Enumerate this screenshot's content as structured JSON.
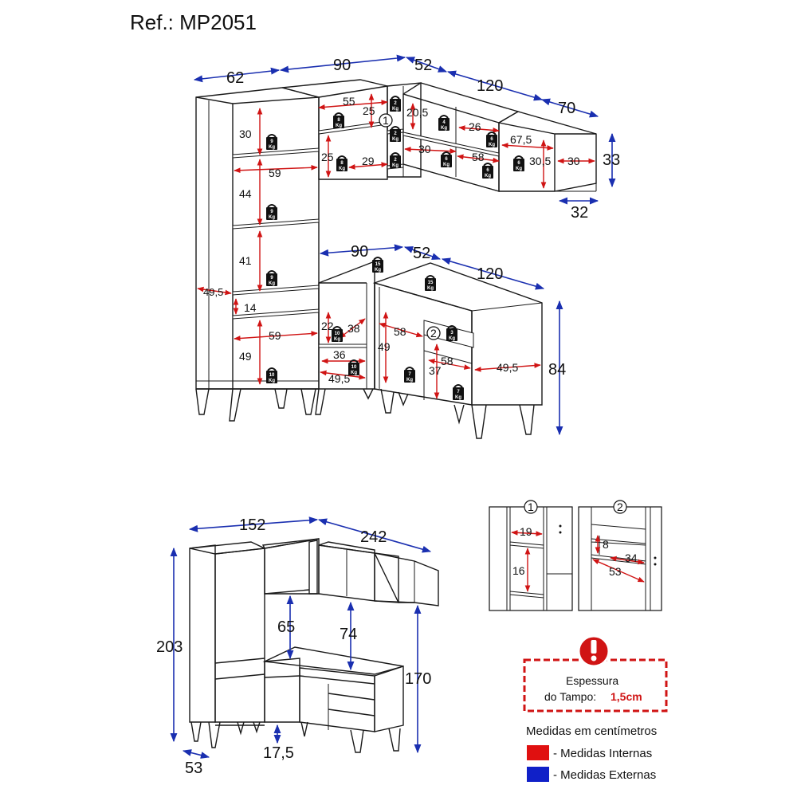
{
  "reference": "Ref.: MP2051",
  "exploded_view": {
    "external_dims": {
      "d62": "62",
      "d90_top": "90",
      "d52_top": "52",
      "d120_top": "120",
      "d70": "70",
      "d33": "33",
      "d32": "32",
      "d90_mid": "90",
      "d52_mid": "52",
      "d120_mid": "120",
      "d84": "84"
    },
    "internal_dims": {
      "i30": "30",
      "i59_a": "59",
      "i44": "44",
      "i41": "41",
      "i49_5_side": "49,5",
      "i14": "14",
      "i59_b": "59",
      "i49_a": "49",
      "i55": "55",
      "i25_a": "25",
      "i25_b": "25",
      "i29": "29",
      "i20_5": "20,5",
      "i26": "26",
      "i30_b": "30",
      "i58_a": "58",
      "i67_5": "67,5",
      "i30_5": "30,5",
      "i30_c": "30",
      "i22": "22",
      "i38": "38",
      "i36": "36",
      "i49_5_b": "49,5",
      "i58_b": "58",
      "i49_b": "49",
      "i58_c": "58",
      "i37": "37",
      "i49_5_c": "49,5"
    },
    "weights": {
      "w9a": "9",
      "w9b": "9",
      "w9c": "9",
      "w10a": "10",
      "w8a": "8",
      "w8b": "8",
      "w2a": "2",
      "w2b": "2",
      "w2c": "2",
      "w4": "4",
      "w6a": "6",
      "w6b": "6",
      "w6c": "6",
      "w6d": "6",
      "w15a": "15",
      "w15b": "15",
      "w10b": "10",
      "w10c": "10",
      "w7a": "7",
      "w3": "3",
      "w7b": "7"
    },
    "unit": "Kg",
    "callouts": {
      "c1": "1",
      "c2": "2"
    }
  },
  "assembled_view": {
    "external_dims": {
      "w152": "152",
      "w242": "242",
      "h203": "203",
      "d53": "53",
      "h170": "170"
    },
    "internal_dims": {
      "g65": "65",
      "g74": "74",
      "g17_5": "17,5"
    }
  },
  "details": {
    "detail1": {
      "label": "1",
      "dims": [
        "19",
        "16"
      ]
    },
    "detail2": {
      "label": "2",
      "dims": [
        "8",
        "34",
        "53"
      ]
    }
  },
  "warning": {
    "line1": "Espessura",
    "line2_prefix": "do Tampo:",
    "line2_value": "1,5cm"
  },
  "legend": {
    "title": "Medidas em centímetros",
    "internal": "- Medidas Internas",
    "external": "- Medidas Externas",
    "internal_color": "#e01010",
    "external_color": "#1020c8"
  }
}
